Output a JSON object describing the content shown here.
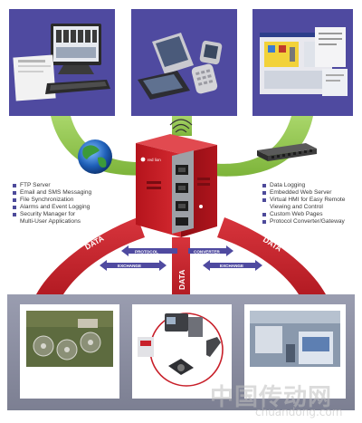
{
  "colors": {
    "purple": "#4f4aa0",
    "green": "#8cc63f",
    "red": "#c8202a",
    "grey": "#8a8d9e"
  },
  "left_features": [
    "FTP Server",
    "Email and SMS Messaging",
    "File Synchronization",
    "Alarms and Event Logging",
    "Security Manager for",
    "Multi-User Applications"
  ],
  "right_features": [
    "Data Logging",
    "Embedded Web Server",
    "Virtual HMI for Easy Remote",
    "Viewing and Control",
    "Custom Web Pages",
    "Protocol Converter/Gateway"
  ],
  "flow_labels": {
    "data_left": "DATA",
    "data_center": "DATA",
    "data_right": "DATA",
    "protocol": "PROTOCOL",
    "converter": "CONVERTER",
    "exchange_left": "EXCHANGE",
    "exchange_right": "EXCHANGE"
  },
  "device_logo": "red lion",
  "watermark": {
    "cn": "中国传动网",
    "url": "chuandong.com"
  }
}
